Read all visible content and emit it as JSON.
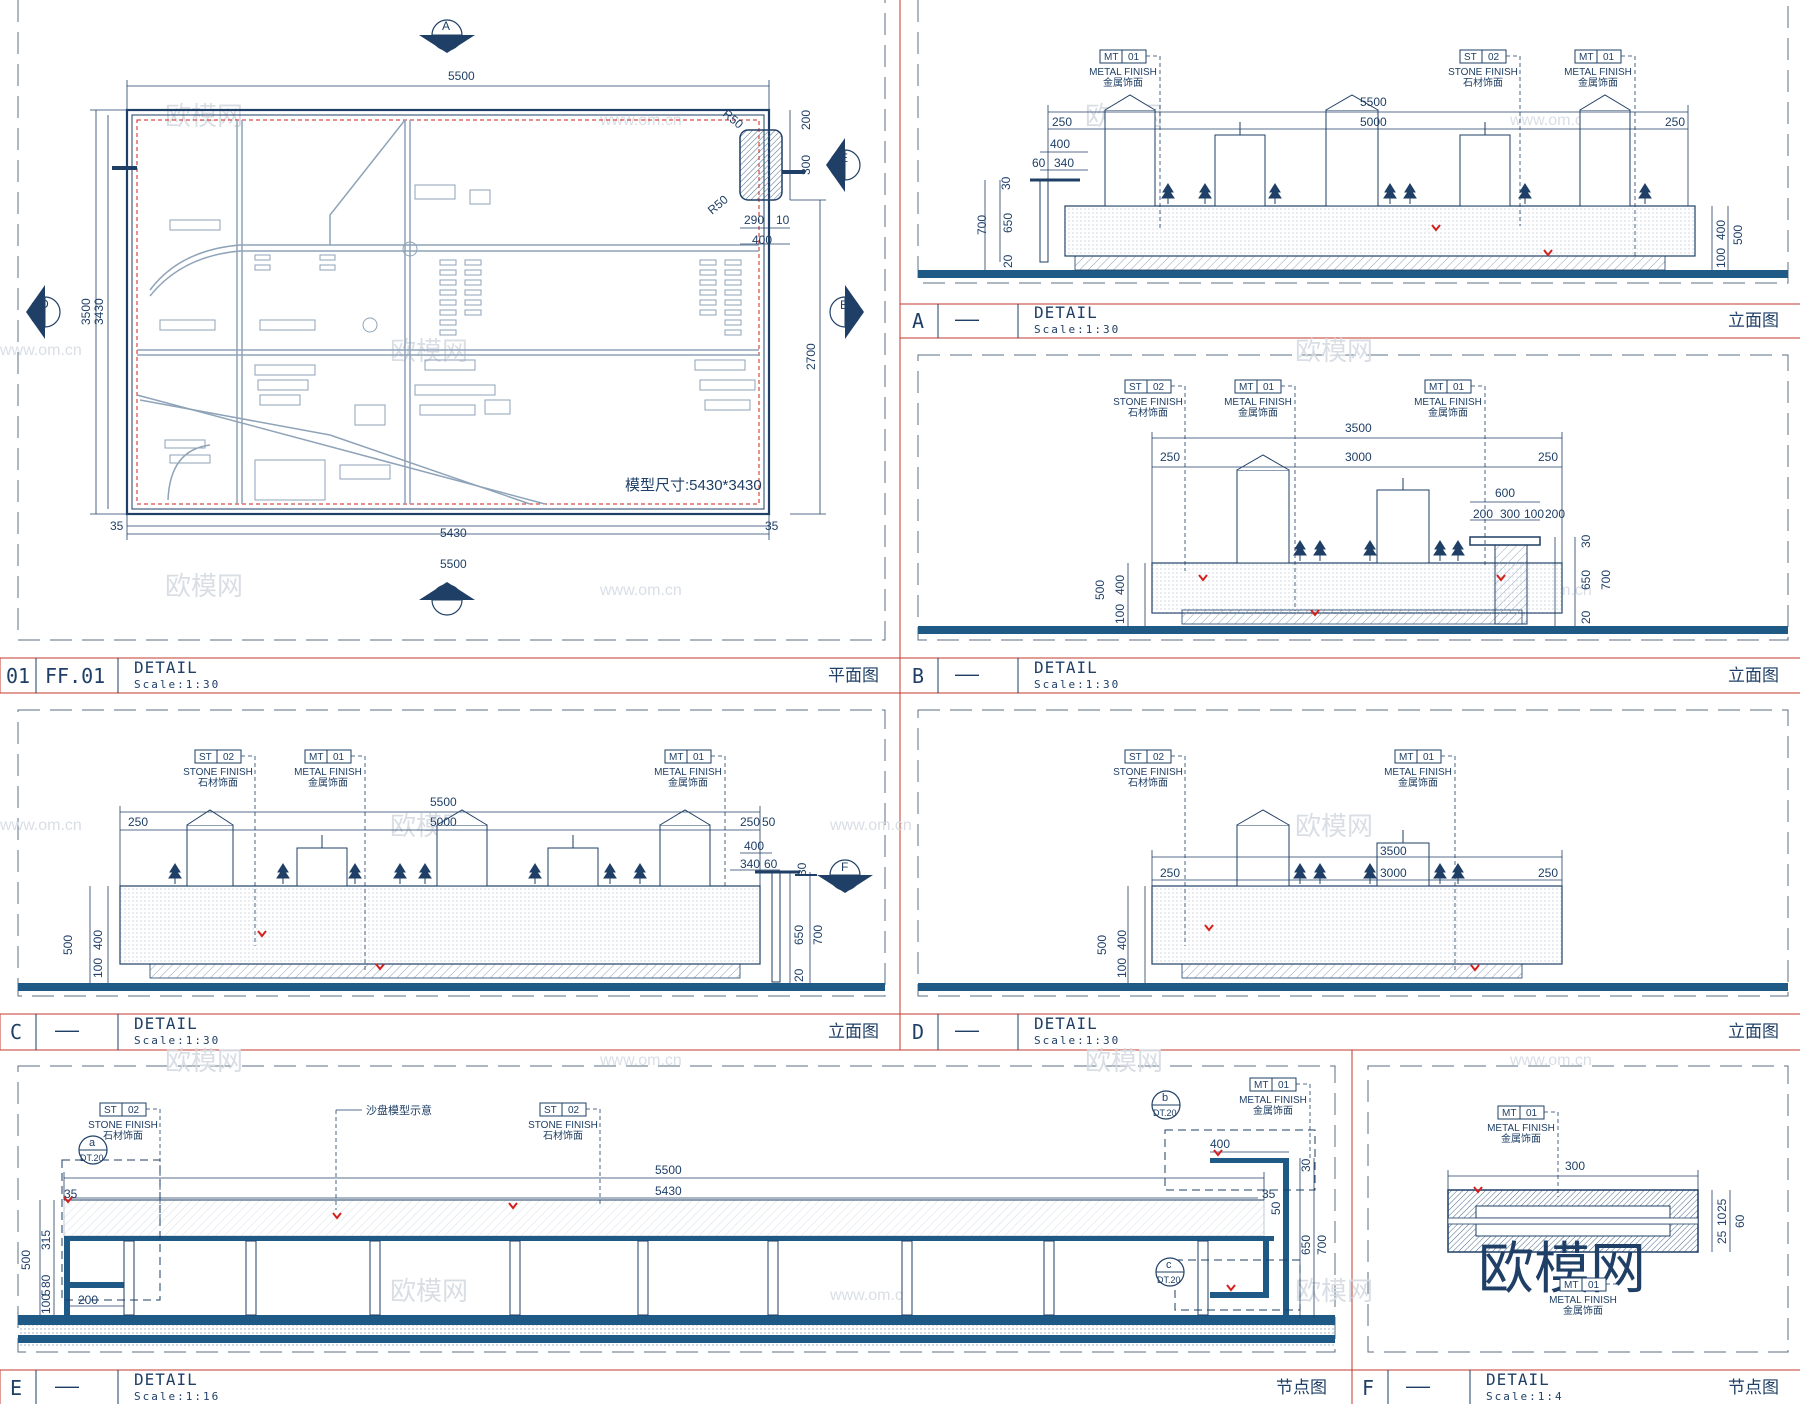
{
  "panels": {
    "p01": {
      "code": "01",
      "ref": "FF.01",
      "title": "DETAIL",
      "scale": "Scale:1:30",
      "name": "平面图"
    },
    "pA": {
      "code": "A",
      "ref": "——",
      "title": "DETAIL",
      "scale": "Scale:1:30",
      "name": "立面图"
    },
    "pB": {
      "code": "B",
      "ref": "——",
      "title": "DETAIL",
      "scale": "Scale:1:30",
      "name": "立面图"
    },
    "pC": {
      "code": "C",
      "ref": "——",
      "title": "DETAIL",
      "scale": "Scale:1:30",
      "name": "立面图"
    },
    "pD": {
      "code": "D",
      "ref": "——",
      "title": "DETAIL",
      "scale": "Scale:1:30",
      "name": "立面图"
    },
    "pE": {
      "code": "E",
      "ref": "——",
      "title": "DETAIL",
      "scale": "Scale:1:16",
      "name": "节点图"
    },
    "pF": {
      "code": "F",
      "ref": "——",
      "title": "DETAIL",
      "scale": "Scale:1:4",
      "name": "节点图"
    }
  },
  "plan": {
    "dims": {
      "top": "5500",
      "inner": "5430",
      "bottom": "5500",
      "left": "3500",
      "left_inner": "3430",
      "right": "2700",
      "edge": "35",
      "r200": "200",
      "r300": "300",
      "d290": "290",
      "d10": "10",
      "d400": "400",
      "r50": "R50",
      "r50b": "R50"
    },
    "model_size": "模型尺寸:5430*3430",
    "markers": {
      "a": "A",
      "b": "B",
      "c": "C",
      "d": "D",
      "e": "E"
    }
  },
  "tags": {
    "mt": "MT",
    "st": "ST",
    "n01": "01",
    "n02": "02",
    "metal_en": "METAL FINISH",
    "metal_cn": "金属饰面",
    "stone_en": "STONE FINISH",
    "stone_cn": "石材饰面"
  },
  "elevA": {
    "d5500": "5500",
    "d5000": "5000",
    "d250": "250",
    "d250r": "250",
    "d400": "400",
    "d340": "340",
    "d60": "60",
    "d30": "30",
    "d700": "700",
    "d650": "650",
    "d20": "20",
    "d400r": "400",
    "d500": "500",
    "d100": "100"
  },
  "elevB": {
    "d3500": "3500",
    "d3000": "3000",
    "d250": "250",
    "d250r": "250",
    "d600": "600",
    "d200": "200",
    "d300": "300",
    "d100": "100",
    "d200b": "200",
    "d500": "500",
    "d400": "400",
    "d100b": "100",
    "d650": "650",
    "d700": "700",
    "d30": "30",
    "d20": "20"
  },
  "elevC": {
    "d5500": "5500",
    "d5000": "5000",
    "d250": "250",
    "d250r": "250",
    "d50": "50",
    "d400": "400",
    "d340": "340",
    "d60": "60",
    "d30": "30",
    "d500": "500",
    "d400b": "400",
    "d100": "100",
    "d650": "650",
    "d700": "700",
    "d20": "20",
    "marker": "F"
  },
  "elevD": {
    "d3500": "3500",
    "d3000": "3000",
    "d250": "250",
    "d250r": "250",
    "d500": "500",
    "d400": "400",
    "d100": "100"
  },
  "secE": {
    "d5500": "5500",
    "d5430": "5430",
    "d400": "400",
    "d500": "500",
    "d315": "315",
    "d80": "80",
    "d5": "5",
    "d100": "100",
    "d200": "200",
    "d650": "650",
    "d700": "700",
    "d35": "35",
    "d35b": "35",
    "d30": "30",
    "d50": "50",
    "note": "沙盘模型示意",
    "ca": {
      "letter": "a",
      "ref": "DT.20"
    },
    "cb": {
      "letter": "b",
      "ref": "DT.20"
    },
    "cc": {
      "letter": "c",
      "ref": "DT.20"
    }
  },
  "detF": {
    "d300": "300",
    "d25": "25",
    "d10": "10",
    "d25b": "25",
    "d60": "60"
  },
  "watermark": {
    "logo": "欧模网",
    "url": "www.om.cn",
    "big": "欧模网"
  },
  "colors": {
    "line": "#1f3f66",
    "frame": "#c0392b",
    "ground": "#1f5a86",
    "hatch": "#8fa3b8",
    "mark": "#d3211e"
  }
}
